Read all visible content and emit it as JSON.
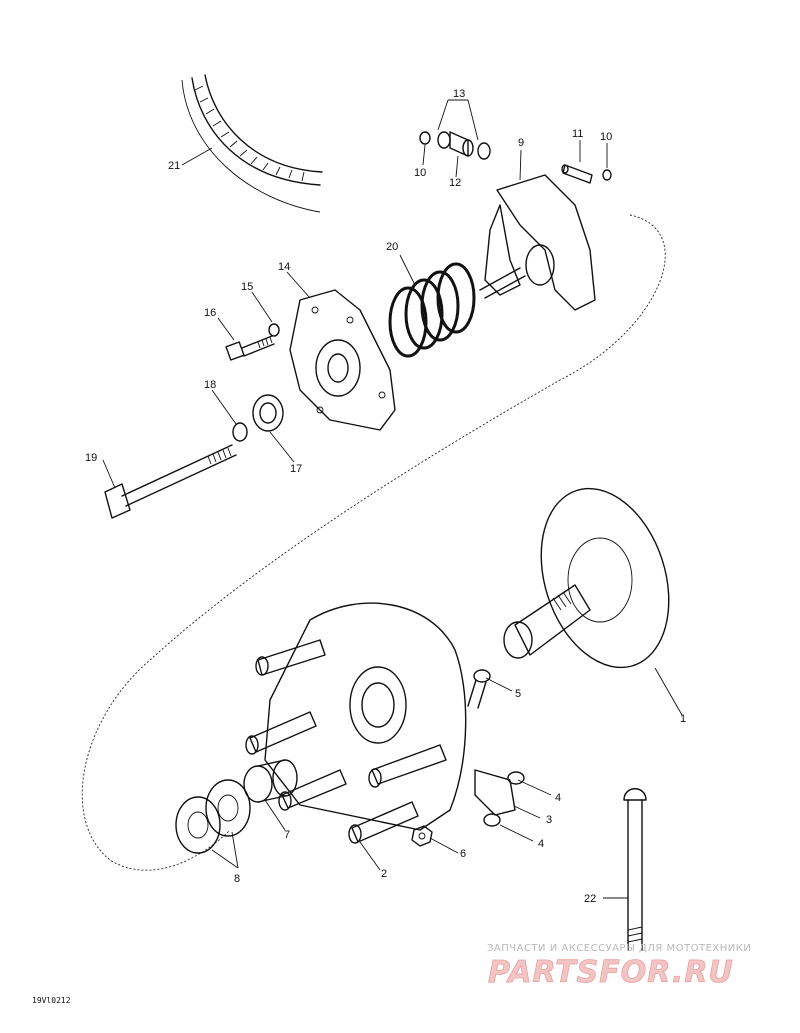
{
  "diagram": {
    "callouts": {
      "c1": "1",
      "c2": "2",
      "c3": "3",
      "c4a": "4",
      "c4b": "4",
      "c5": "5",
      "c6": "6",
      "c7": "7",
      "c8": "8",
      "c9": "9",
      "c10a": "10",
      "c10b": "10",
      "c11": "11",
      "c12": "12",
      "c13": "13",
      "c14": "14",
      "c15": "15",
      "c16": "16",
      "c17": "17",
      "c18": "18",
      "c19": "19",
      "c20": "20",
      "c21": "21",
      "c22": "22"
    },
    "drawing_code": "19Vl0212"
  },
  "watermark": {
    "tagline": "ЗАПЧАСТИ И АКСЕССУАРЫ ДЛЯ МОТОТЕХНИКИ",
    "brand": "PARTSFOR.RU",
    "brand_color": "#e8a0a0"
  }
}
